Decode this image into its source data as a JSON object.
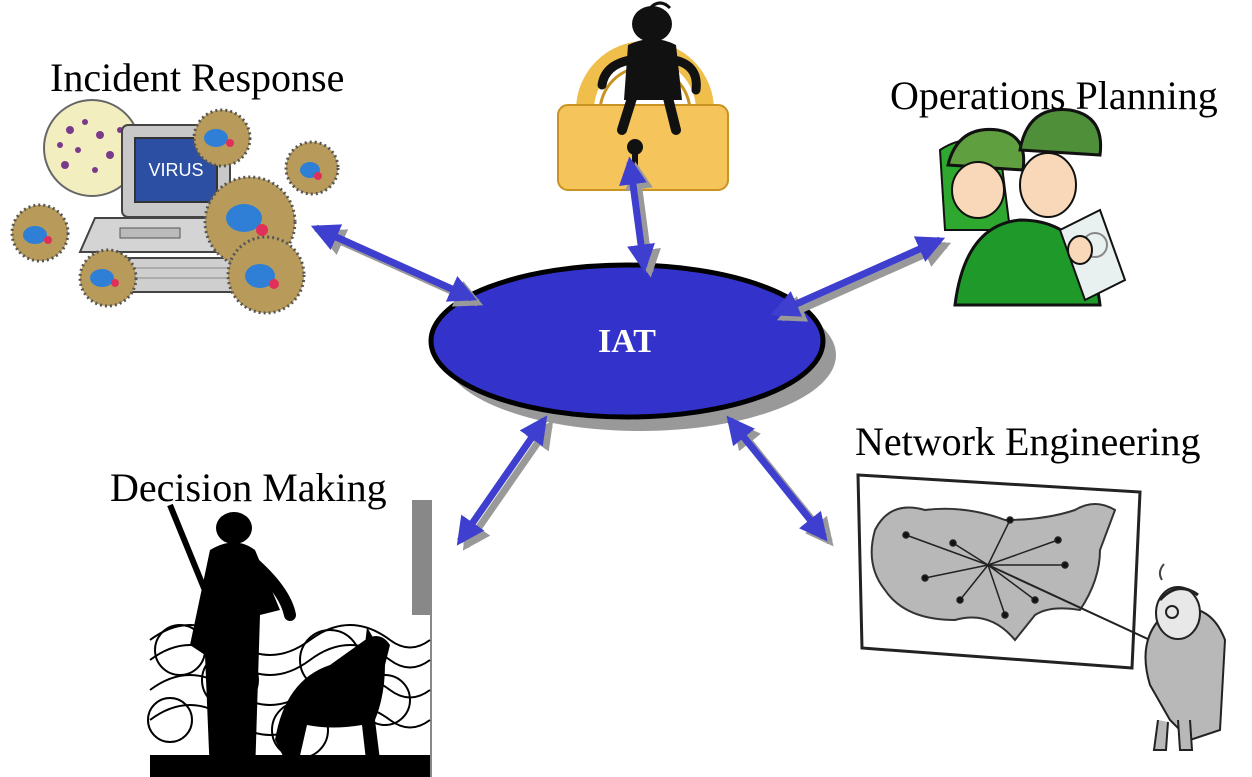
{
  "center": {
    "label": "IAT",
    "fill": "#3333cc"
  },
  "arrow_color": "#3f3fcf",
  "nodes": {
    "incident_response": {
      "label": "Incident Response",
      "icon": "virus-computer-icon"
    },
    "security": {
      "icon": "padlock-figure-icon"
    },
    "operations_planning": {
      "label": "Operations Planning",
      "icon": "soldiers-planning-icon"
    },
    "network_engineering": {
      "label": "Network Engineering",
      "icon": "network-map-presenter-icon"
    },
    "decision_making": {
      "label": "Decision Making",
      "icon": "soldier-silhouette-icon"
    }
  }
}
